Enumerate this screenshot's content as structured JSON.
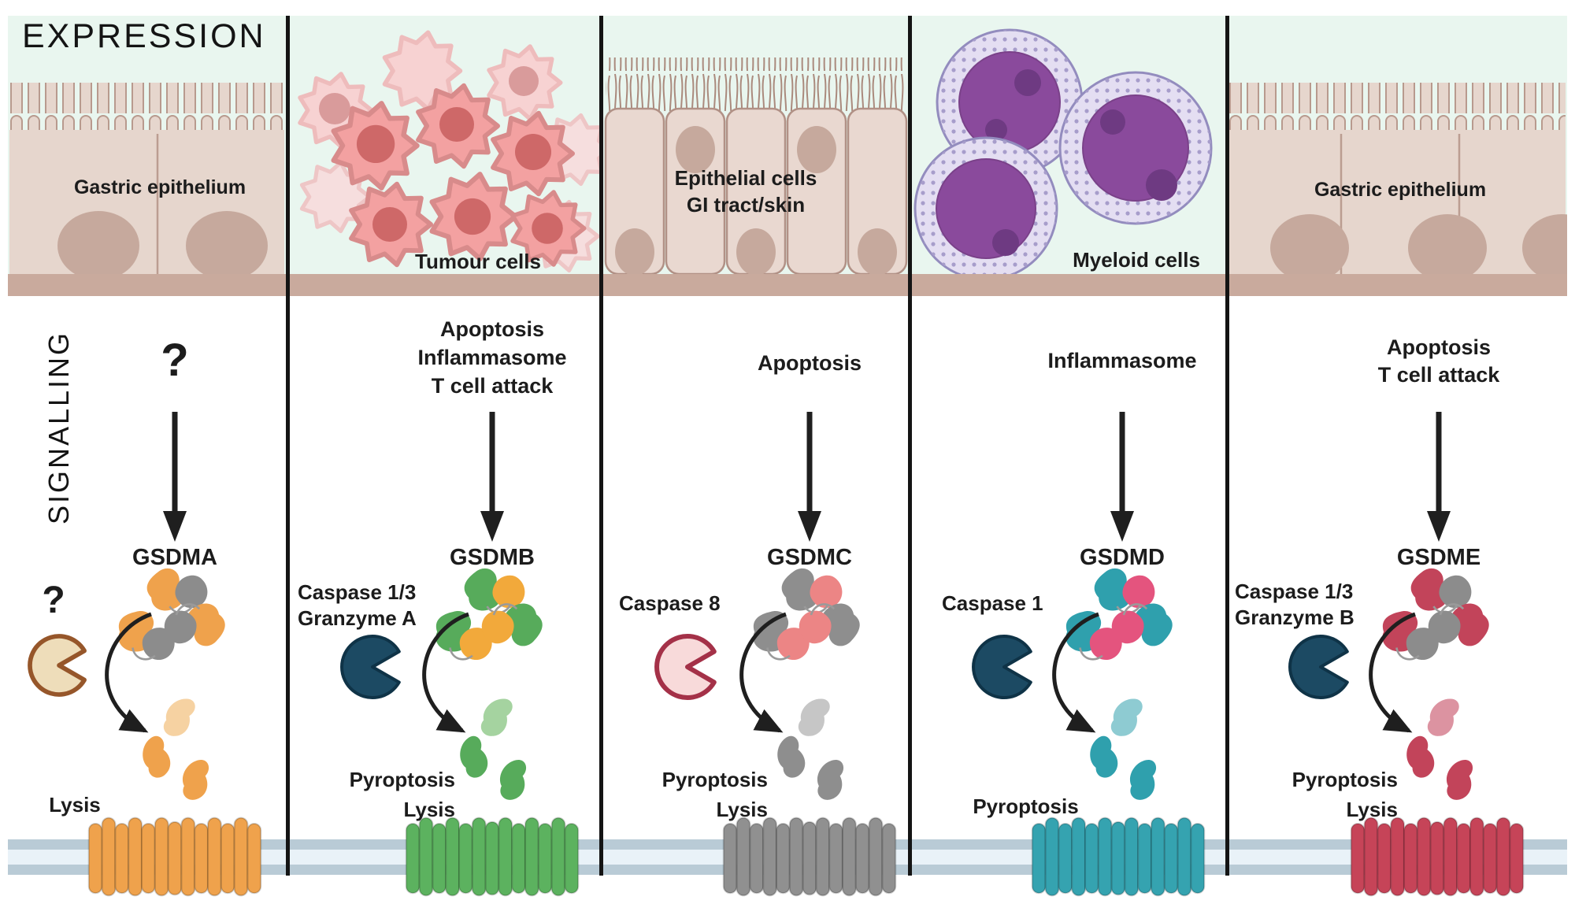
{
  "header": {
    "expression_label": "EXPRESSION",
    "signalling_label": "SIGNALLING"
  },
  "theme": {
    "expression_bg": "#e9f6ef",
    "basement_band": "#c9aa9d",
    "membrane_outer": "#b9cbd6",
    "membrane_inner": "#e9f2f8",
    "divider": "#141414",
    "gastric_cell": "#e6d6cd",
    "tumour_cell": "#f3a1a1",
    "epithelial_cell": "#e9d8d0",
    "myeloid_cell": "#8a4a9c"
  },
  "columns": [
    {
      "id": "gsdma",
      "gasdermin": "GSDMA",
      "cell_type": "gastric-epithelium",
      "cell_label_lines": [
        "Gastric epithelium"
      ],
      "signals": [
        "?"
      ],
      "protease_lines": [
        "?"
      ],
      "outcomes": [
        "Lysis"
      ],
      "colors": {
        "nt": "#efa24c",
        "nt_light": "#f6d2a2",
        "ct": "#8c8c8c",
        "pore": "#efa24c",
        "pacman_fill": "#eeddba",
        "pacman_stroke": "#96562a"
      }
    },
    {
      "id": "gsdmb",
      "gasdermin": "GSDMB",
      "cell_type": "tumour-cells",
      "cell_label_lines": [
        "Tumour cells"
      ],
      "signals": [
        "Apoptosis",
        "Inflammasome",
        "T cell attack"
      ],
      "protease_lines": [
        "Caspase 1/3",
        "Granzyme A"
      ],
      "outcomes": [
        "Pyroptosis",
        "Lysis"
      ],
      "colors": {
        "nt": "#57ab5b",
        "nt_light": "#a5d3a0",
        "ct": "#f2a93b",
        "pore": "#5cb25f",
        "pacman_fill": "#1c4a63",
        "pacman_stroke": "#0f3347"
      }
    },
    {
      "id": "gsdmc",
      "gasdermin": "GSDMC",
      "cell_type": "epithelial-gi-skin",
      "cell_label_lines": [
        "Epithelial cells",
        "GI tract/skin"
      ],
      "signals": [
        "Apoptosis"
      ],
      "protease_lines": [
        "Caspase 8"
      ],
      "outcomes": [
        "Pyroptosis",
        "Lysis"
      ],
      "colors": {
        "nt": "#8e8e8e",
        "nt_light": "#c6c6c6",
        "ct": "#ec8585",
        "pore": "#909090",
        "pacman_fill": "#f8dada",
        "pacman_stroke": "#a43148"
      }
    },
    {
      "id": "gsdmd",
      "gasdermin": "GSDMD",
      "cell_type": "myeloid-cells",
      "cell_label_lines": [
        "Myeloid cells"
      ],
      "signals": [
        "Inflammasome"
      ],
      "protease_lines": [
        "Caspase 1"
      ],
      "outcomes": [
        "Pyroptosis"
      ],
      "colors": {
        "nt": "#2fa0ad",
        "nt_light": "#8ecbd2",
        "ct": "#e4547e",
        "pore": "#35a3b0",
        "pacman_fill": "#1c4a63",
        "pacman_stroke": "#0f3347"
      }
    },
    {
      "id": "gsdme",
      "gasdermin": "GSDME",
      "cell_type": "gastric-epithelium",
      "cell_label_lines": [
        "Gastric epithelium"
      ],
      "signals": [
        "Apoptosis",
        "T cell attack"
      ],
      "protease_lines": [
        "Caspase 1/3",
        "Granzyme B"
      ],
      "outcomes": [
        "Pyroptosis",
        "Lysis"
      ],
      "colors": {
        "nt": "#c2445a",
        "nt_light": "#dc93a1",
        "ct": "#8c8c8c",
        "pore": "#c64458",
        "pacman_fill": "#1c4a63",
        "pacman_stroke": "#0f3347"
      }
    }
  ]
}
